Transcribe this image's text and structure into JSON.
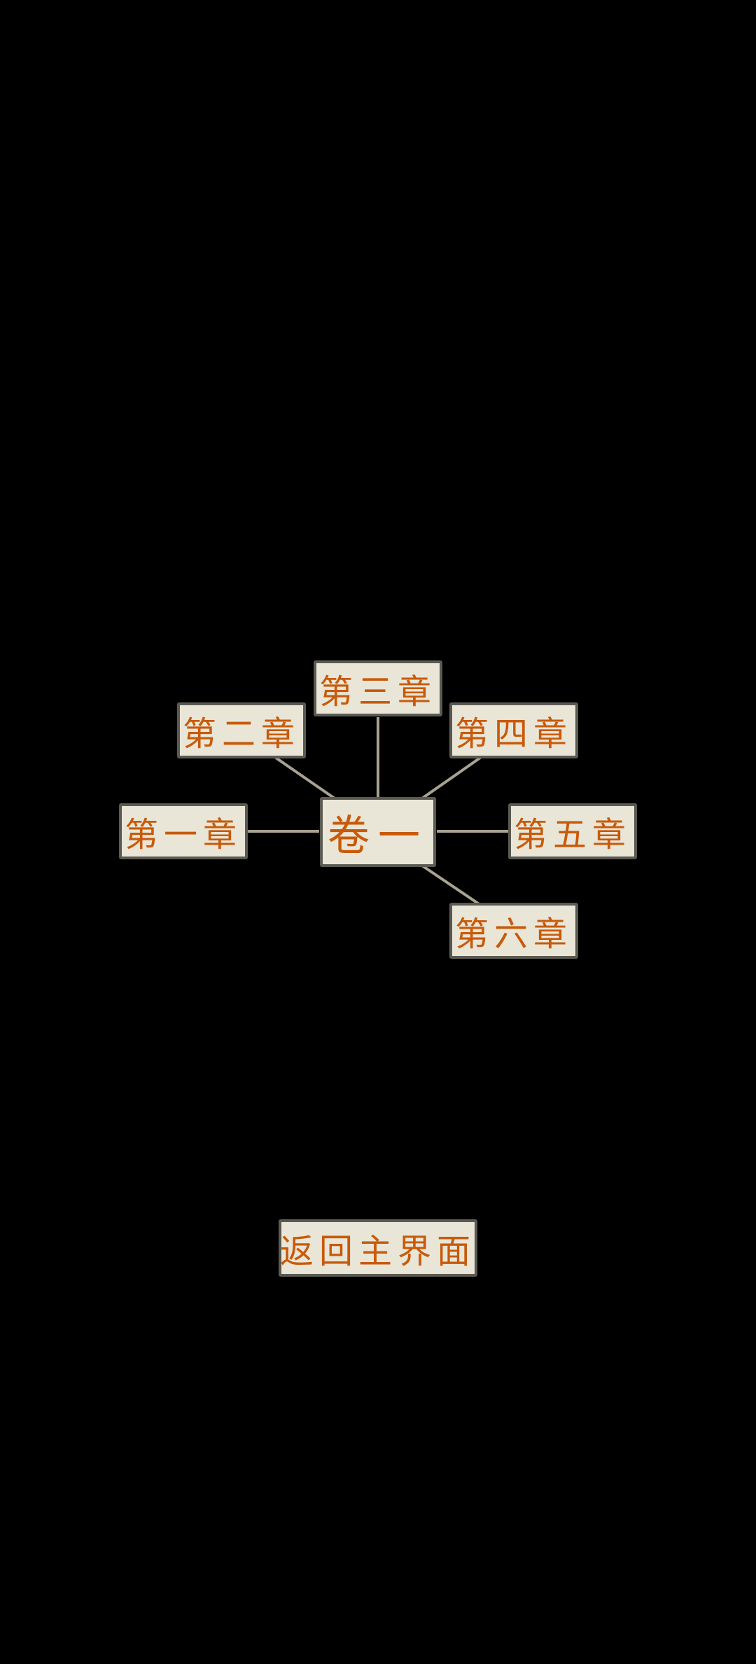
{
  "volume": {
    "label": "卷一"
  },
  "chapters": [
    {
      "label": "第一章"
    },
    {
      "label": "第二章"
    },
    {
      "label": "第三章"
    },
    {
      "label": "第四章"
    },
    {
      "label": "第五章"
    },
    {
      "label": "第六章"
    }
  ],
  "footer": {
    "return_label": "返回主界面"
  },
  "colors": {
    "background": "#000000",
    "box_fill": "#e9e6d8",
    "box_border": "#5a5a52",
    "text": "#c85a0a",
    "connector": "#a8a290"
  }
}
